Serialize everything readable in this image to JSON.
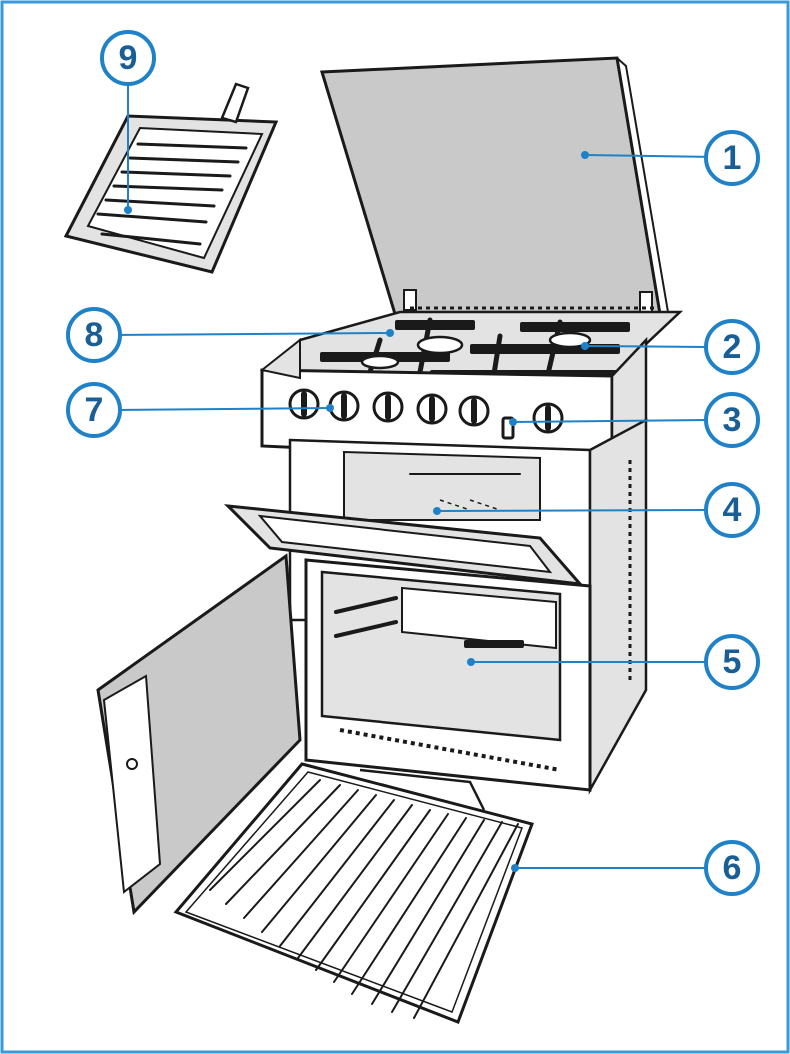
{
  "colors": {
    "frame": "#3a9ad9",
    "callout": "#1f82c8",
    "callout_text": "#1a5e96",
    "line_art": "#1a1a1a",
    "panel_grey": "#c9c9c9",
    "panel_light": "#e3e3e3",
    "background": "#ffffff"
  },
  "callouts": [
    {
      "id": "lid",
      "number": "1"
    },
    {
      "id": "pan-support",
      "number": "2"
    },
    {
      "id": "ignition-button",
      "number": "3"
    },
    {
      "id": "grill",
      "number": "4"
    },
    {
      "id": "oven",
      "number": "5"
    },
    {
      "id": "oven-shelf",
      "number": "6"
    },
    {
      "id": "control-knobs",
      "number": "7"
    },
    {
      "id": "burners",
      "number": "8"
    },
    {
      "id": "grill-pan",
      "number": "9"
    }
  ]
}
